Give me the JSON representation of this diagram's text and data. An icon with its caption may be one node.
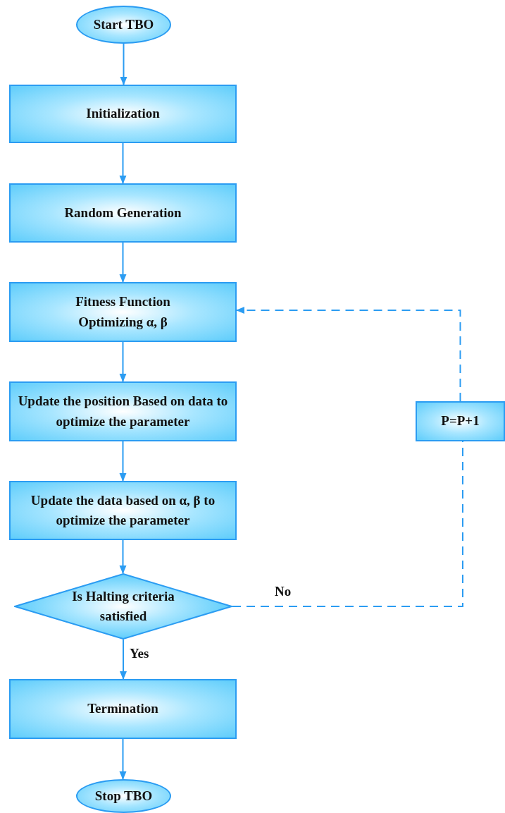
{
  "diagram": {
    "nodes": [
      {
        "text": [
          "Start TBO"
        ]
      },
      {
        "text": [
          "Initialization"
        ]
      },
      {
        "text": [
          "Random Generation"
        ]
      },
      {
        "text": [
          "Fitness Function Optimizing α, β"
        ]
      },
      {
        "text": [
          "Update the position Based on data to optimize the parameter"
        ]
      },
      {
        "text": [
          "Update the data based on α, β to optimize the parameter"
        ]
      },
      {
        "text": [
          "Is Halting criteria satisfied"
        ]
      },
      {
        "text": [
          "Termination"
        ]
      },
      {
        "text": [
          "Stop TBO"
        ]
      },
      {
        "text": [
          "P=P+1"
        ]
      }
    ],
    "edges": [
      {
        "from": 0,
        "to": 1,
        "arrow": "to"
      },
      {
        "from": 1,
        "to": 2,
        "arrow": "to"
      },
      {
        "from": 2,
        "to": 3,
        "arrow": "to"
      },
      {
        "from": 3,
        "to": 4,
        "arrow": "to"
      },
      {
        "from": 4,
        "to": 5,
        "arrow": "to"
      },
      {
        "from": 5,
        "to": 6,
        "arrow": "to"
      },
      {
        "from": 6,
        "to": 7,
        "arrow": "to",
        "label": "Yes"
      },
      {
        "from": 7,
        "to": 8,
        "arrow": "to"
      },
      {
        "from": 6,
        "to": 9,
        "arrow": "none",
        "label": "No",
        "style": "dashed"
      },
      {
        "from": 9,
        "to": 3,
        "arrow": "to",
        "style": "dashed"
      }
    ]
  }
}
